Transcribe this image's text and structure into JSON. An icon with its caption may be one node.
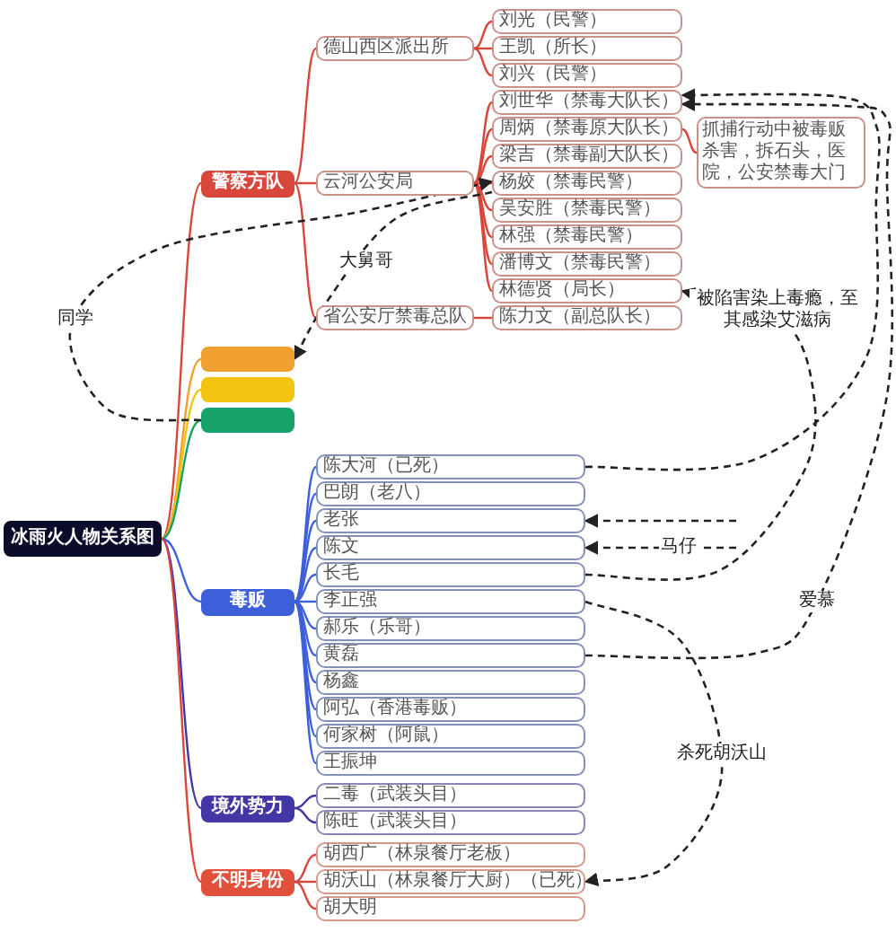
{
  "diagram": {
    "nodes": [
      {
        "text": [
          "冰雨火人物关系图"
        ]
      },
      {
        "text": [
          "警察方队"
        ]
      },
      {
        "text": [
          "德山西区派出所"
        ]
      },
      {
        "text": [
          "刘光（民警）"
        ]
      },
      {
        "text": [
          "王凯（所长）"
        ]
      },
      {
        "text": [
          "刘兴（民警）"
        ]
      },
      {
        "text": [
          "云河公安局"
        ]
      },
      {
        "text": [
          "刘世华（禁毒大队长）"
        ]
      },
      {
        "text": [
          "周炳（禁毒原大队长）"
        ]
      },
      {
        "text": [
          "抓捕行动中被毒贩杀害，拆石头，医院，公安禁毒大门"
        ]
      },
      {
        "text": [
          "梁吉（禁毒副大队长）"
        ]
      },
      {
        "text": [
          "杨姣（禁毒民警）"
        ]
      },
      {
        "text": [
          "吴安胜（禁毒民警）"
        ]
      },
      {
        "text": [
          "林强（禁毒民警）"
        ]
      },
      {
        "text": [
          "潘博文（禁毒民警）"
        ]
      },
      {
        "text": [
          "林德贤（局长）"
        ]
      },
      {
        "text": [
          "省公安厅禁毒总队"
        ]
      },
      {
        "text": [
          "陈力文（副总队长）"
        ]
      },
      {
        "text": [],
        "shape": "box"
      },
      {
        "text": [],
        "shape": "box"
      },
      {
        "text": [],
        "shape": "box"
      },
      {
        "text": [
          "毒贩"
        ]
      },
      {
        "text": [
          "陈大河（已死）"
        ]
      },
      {
        "text": [
          "巴朗（老八）"
        ]
      },
      {
        "text": [
          "老张"
        ]
      },
      {
        "text": [
          "陈文"
        ]
      },
      {
        "text": [
          "长毛"
        ]
      },
      {
        "text": [
          "李正强"
        ]
      },
      {
        "text": [
          "郝乐（乐哥）"
        ]
      },
      {
        "text": [
          "黄磊"
        ]
      },
      {
        "text": [
          "杨鑫"
        ]
      },
      {
        "text": [
          "阿弘（香港毒贩）"
        ]
      },
      {
        "text": [
          "何家树（阿鼠）"
        ]
      },
      {
        "text": [
          "王振坤"
        ]
      },
      {
        "text": [
          "境外势力"
        ]
      },
      {
        "text": [
          "二毒（武装头目）"
        ]
      },
      {
        "text": [
          "陈旺（武装头目）"
        ]
      },
      {
        "text": [
          "不明身份"
        ]
      },
      {
        "text": [
          "胡西广（林泉餐厅老板）"
        ]
      },
      {
        "text": [
          "胡沃山（林泉餐厅大厨）（已死）"
        ]
      },
      {
        "text": [
          "胡大明"
        ]
      }
    ],
    "edges": [
      {
        "from": 0,
        "to": 1,
        "arrow": "none"
      },
      {
        "from": 1,
        "to": 2,
        "arrow": "none"
      },
      {
        "from": 1,
        "to": 6,
        "arrow": "none"
      },
      {
        "from": 1,
        "to": 16,
        "arrow": "none"
      },
      {
        "from": 2,
        "to": 3,
        "arrow": "none"
      },
      {
        "from": 2,
        "to": 4,
        "arrow": "none"
      },
      {
        "from": 2,
        "to": 5,
        "arrow": "none"
      },
      {
        "from": 6,
        "to": 7,
        "arrow": "none"
      },
      {
        "from": 6,
        "to": 8,
        "arrow": "none"
      },
      {
        "from": 6,
        "to": 10,
        "arrow": "none"
      },
      {
        "from": 6,
        "to": 11,
        "arrow": "none"
      },
      {
        "from": 6,
        "to": 12,
        "arrow": "none"
      },
      {
        "from": 6,
        "to": 13,
        "arrow": "none"
      },
      {
        "from": 6,
        "to": 14,
        "arrow": "none"
      },
      {
        "from": 6,
        "to": 15,
        "arrow": "none"
      },
      {
        "from": 16,
        "to": 17,
        "arrow": "none"
      },
      {
        "from": 8,
        "to": 9,
        "arrow": "none"
      },
      {
        "from": 0,
        "to": 18,
        "arrow": "none",
        "color": "#f0a030"
      },
      {
        "from": 0,
        "to": 19,
        "arrow": "none",
        "color": "#f2c40f"
      },
      {
        "from": 0,
        "to": 20,
        "arrow": "none",
        "color": "#16a36a"
      },
      {
        "from": 0,
        "to": 21,
        "arrow": "none",
        "color": "#3d5fd9"
      },
      {
        "from": 21,
        "to": 22,
        "arrow": "none",
        "color": "#3d5fd9"
      },
      {
        "from": 21,
        "to": 23,
        "arrow": "none",
        "color": "#3d5fd9"
      },
      {
        "from": 21,
        "to": 24,
        "arrow": "none",
        "color": "#3d5fd9"
      },
      {
        "from": 21,
        "to": 25,
        "arrow": "none",
        "color": "#3d5fd9"
      },
      {
        "from": 21,
        "to": 26,
        "arrow": "none",
        "color": "#3d5fd9"
      },
      {
        "from": 21,
        "to": 27,
        "arrow": "none",
        "color": "#3d5fd9"
      },
      {
        "from": 21,
        "to": 28,
        "arrow": "none",
        "color": "#3d5fd9"
      },
      {
        "from": 21,
        "to": 29,
        "arrow": "none",
        "color": "#3d5fd9"
      },
      {
        "from": 21,
        "to": 30,
        "arrow": "none",
        "color": "#3d5fd9"
      },
      {
        "from": 21,
        "to": 31,
        "arrow": "none",
        "color": "#3d5fd9"
      },
      {
        "from": 21,
        "to": 32,
        "arrow": "none",
        "color": "#3d5fd9"
      },
      {
        "from": 21,
        "to": 33,
        "arrow": "none",
        "color": "#3d5fd9"
      },
      {
        "from": 0,
        "to": 34,
        "arrow": "none",
        "color": "#4337a6"
      },
      {
        "from": 34,
        "to": 35,
        "arrow": "none",
        "color": "#4337a6"
      },
      {
        "from": 34,
        "to": 36,
        "arrow": "none",
        "color": "#4337a6"
      },
      {
        "from": 0,
        "to": 37,
        "arrow": "none"
      },
      {
        "from": 37,
        "to": 38,
        "arrow": "none"
      },
      {
        "from": 37,
        "to": 39,
        "arrow": "none"
      },
      {
        "from": 37,
        "to": 40,
        "arrow": "none"
      },
      {
        "from": 20,
        "to": 11,
        "arrow": "to",
        "label": "同学",
        "style": "dashed",
        "color": "#222222"
      },
      {
        "from": 11,
        "to": 18,
        "arrow": "to",
        "label": "大舅哥",
        "style": "dashed",
        "color": "#222222"
      },
      {
        "from": 22,
        "to": 7,
        "arrow": "to",
        "style": "dashed",
        "color": "#222222"
      },
      {
        "from": 29,
        "to": 7,
        "arrow": "to",
        "label": "爱慕",
        "style": "dashed",
        "color": "#222222"
      },
      {
        "from": 26,
        "to": 15,
        "arrow": "to",
        "label": "被陷害染上毒瘾，至其感染艾滋病",
        "style": "dashed",
        "color": "#222222"
      },
      {
        "from": null,
        "to": 24,
        "arrow": "to",
        "style": "dashed",
        "color": "#222222"
      },
      {
        "from": null,
        "to": 25,
        "arrow": "to",
        "label": "马仔",
        "style": "dashed",
        "color": "#222222"
      },
      {
        "from": 27,
        "to": 39,
        "arrow": "to",
        "label": "杀死胡沃山",
        "style": "dashed",
        "color": "#222222"
      }
    ]
  }
}
